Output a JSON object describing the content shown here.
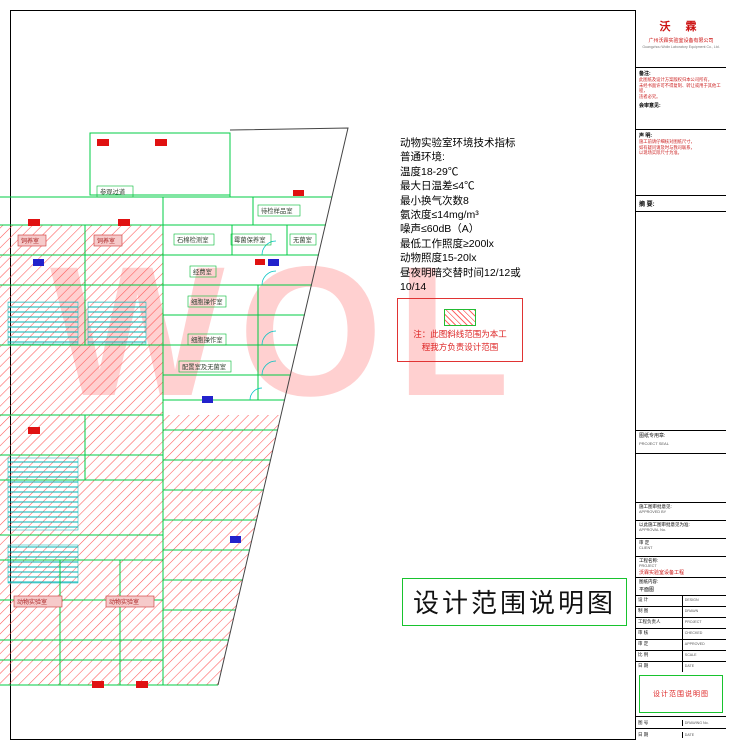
{
  "watermark": "WOL",
  "specs": {
    "lines": [
      "动物实验室环境技术指标",
      "普通环境:",
      "温度18-29℃",
      "最大日温差≤4℃",
      "最小换气次数8",
      "氨浓度≤14mg/m³",
      "噪声≤60dB（A）",
      "最低工作照度≥200lx",
      "动物照度15-20lx",
      "昼夜明暗交替时间12/12或",
      "10/14"
    ]
  },
  "legend": {
    "note_line1": "注：此图斜线范围为本工",
    "note_line2": "程我方负责设计范围"
  },
  "drawing_title": "设计范围说明图",
  "plan": {
    "labels": [
      {
        "text": "参观过道"
      },
      {
        "text": "待检样品室"
      },
      {
        "text": "石棉检测室"
      },
      {
        "text": "霉菌保养室"
      },
      {
        "text": "无菌室"
      },
      {
        "text": "经费室"
      },
      {
        "text": "细胞操作室"
      },
      {
        "text": "细胞操作室"
      },
      {
        "text": "配置室及无菌室"
      },
      {
        "text": "饲养室"
      },
      {
        "text": "饲养室"
      },
      {
        "text": "动物实验室"
      },
      {
        "text": "动物实验室"
      }
    ]
  },
  "title_block": {
    "logo": "沃 霖",
    "company": "广州沃霖实验室设备有限公司",
    "company_en": "Guangzhou Wolin Laboratory Equipment Co., Ltd.",
    "notes_label": "备注:",
    "notes": [
      "此图纸及设计方案版权归本公司所有，",
      "未经书面许可不得复制、转让或用于其他工程，",
      "违者必究。"
    ],
    "review_label": "会审意见:",
    "statement_label": "声 明:",
    "statement": [
      "施工前请仔细核对图纸尺寸，",
      "如有疑问请及时与我司联系，",
      "以现场实际尺寸为准。"
    ],
    "abstract_label": "摘 要:",
    "seal_label": "图纸专用章:",
    "seal_en": "PROJECT SEAL",
    "fields": [
      {
        "label": "施工图审批意见:",
        "en": "APPROVED BY",
        "value": ""
      },
      {
        "label": "以此施工图审批意见为准:",
        "en": "APPROVAL No.",
        "value": ""
      },
      {
        "label": "审 定",
        "en": "CLIENT",
        "value": ""
      },
      {
        "label": "工程名称:",
        "en": "PROJECT",
        "value": "沃霖实验室设备工程"
      },
      {
        "label": "图纸内容:",
        "en": "",
        "value": "平面图"
      }
    ],
    "table_rows": [
      {
        "label": "设 计",
        "en": "DESIGN"
      },
      {
        "label": "制 图",
        "en": "DRAWN"
      },
      {
        "label": "工程负责人",
        "en": "PROJECT"
      },
      {
        "label": "审 核",
        "en": "CHECKED"
      },
      {
        "label": "审 定",
        "en": "APPROVED"
      },
      {
        "label": "比 例",
        "en": "SCALE"
      },
      {
        "label": "日 期",
        "en": "DATE"
      }
    ],
    "sheet_title": "设计范围说明图",
    "bottom_rows": [
      {
        "label": "图 号",
        "en": "DRAWING No."
      },
      {
        "label": "日 期",
        "en": "DATE"
      }
    ]
  }
}
